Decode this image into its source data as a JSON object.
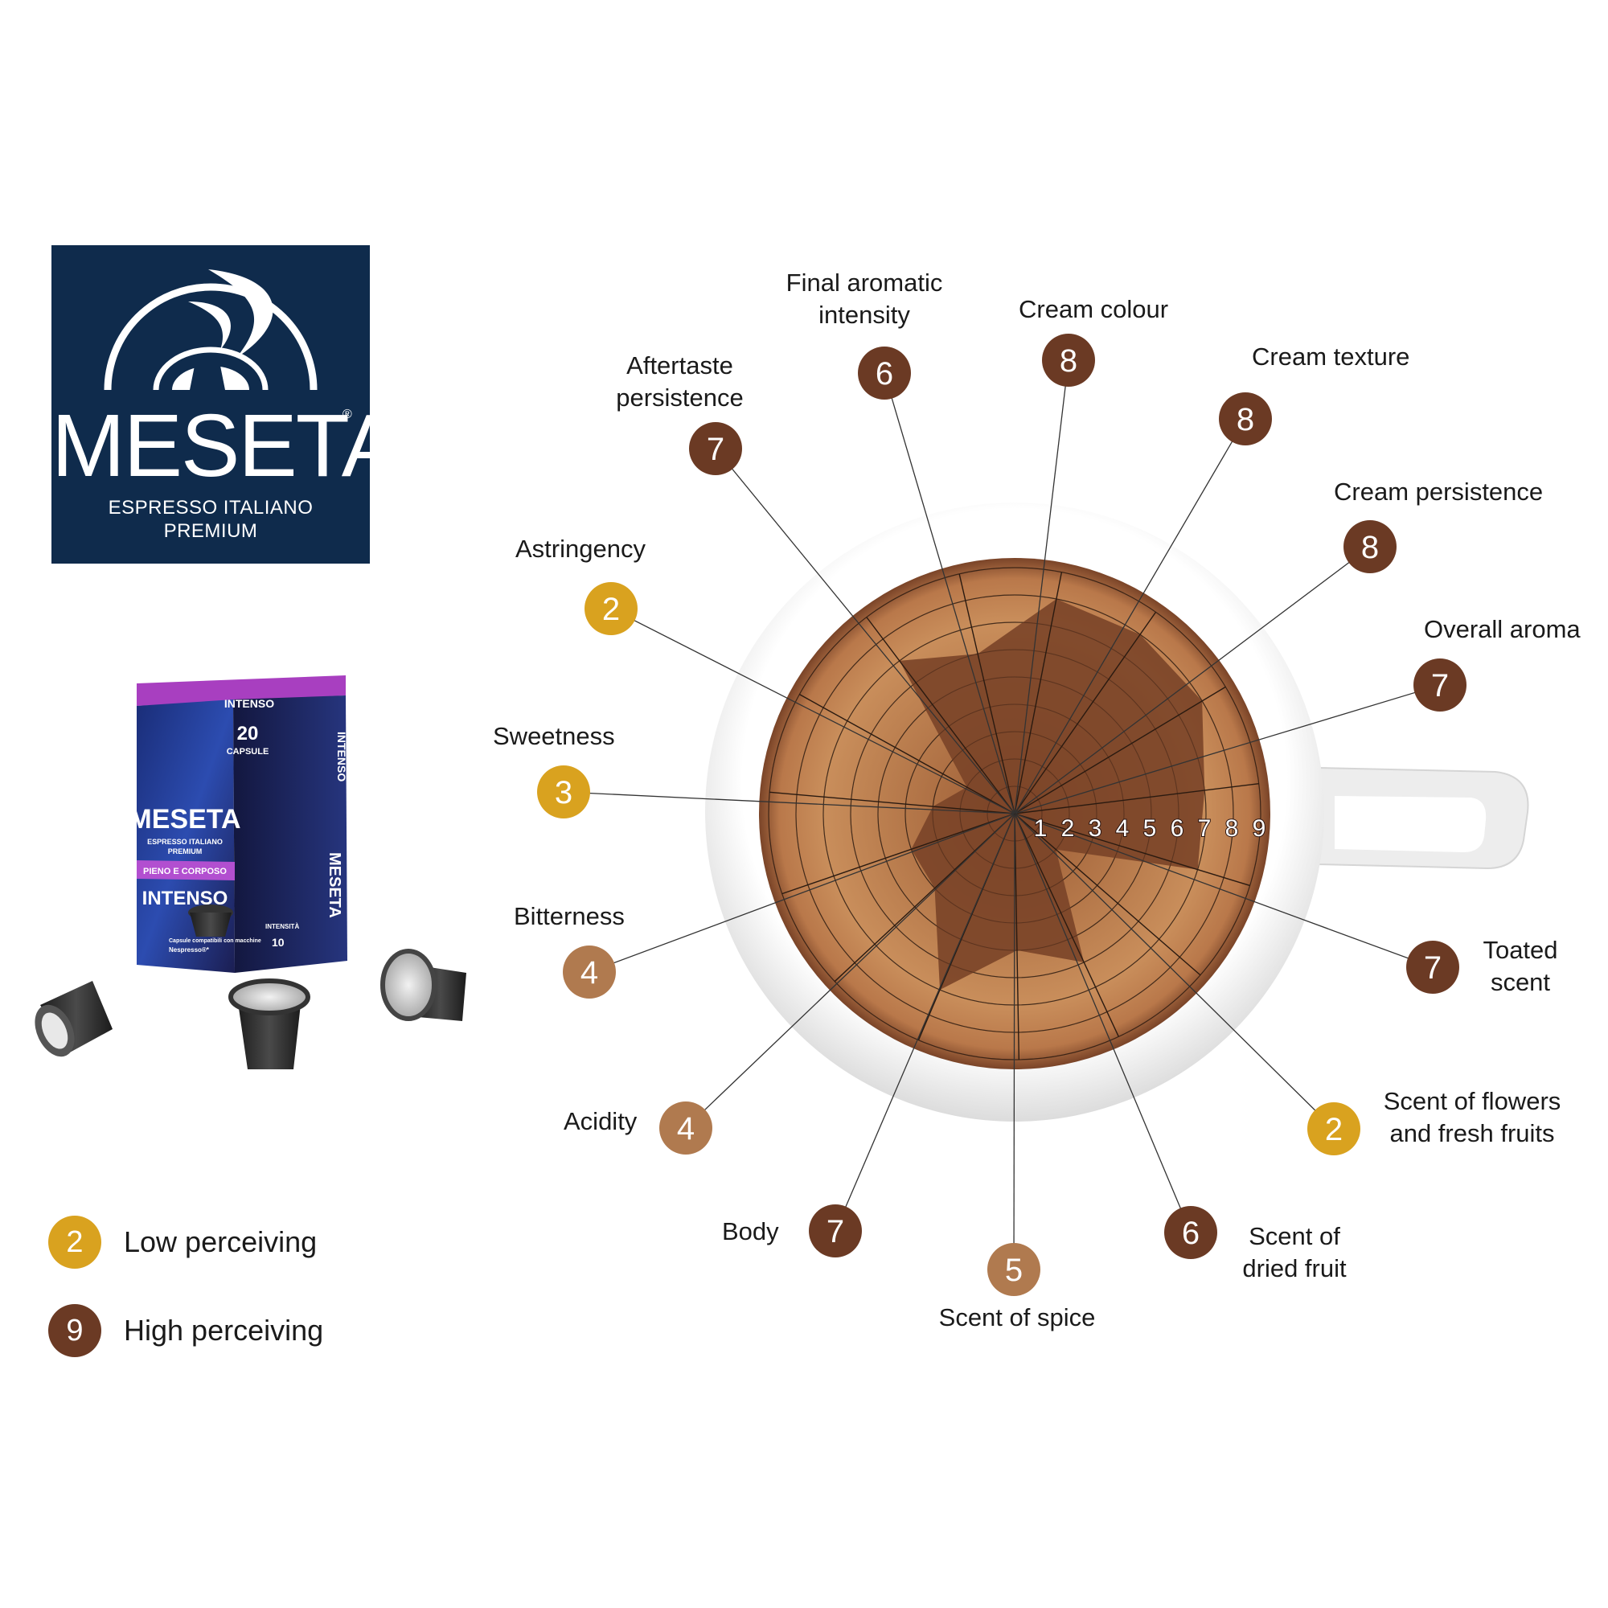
{
  "brand": {
    "name": "MESETA",
    "registered": "®",
    "subtitle_line1": "ESPRESSO ITALIANO",
    "subtitle_line2": "PREMIUM"
  },
  "product": {
    "count": "20",
    "count_unit": "CAPSULE",
    "variant": "INTENSO",
    "tagline": "PIENO E CORPOSO",
    "intensity_label": "INTENSITÀ",
    "intensity_value": "10",
    "compat_text": "Capsule compatibili con macchine",
    "compat_brand": "Nespresso®*"
  },
  "legend": [
    {
      "value": "2",
      "label": "Low perceiving",
      "color": "#d9a21f"
    },
    {
      "value": "9",
      "label": "High perceiving",
      "color": "#6b3a24"
    }
  ],
  "colors": {
    "low": "#d9a21f",
    "mid": "#b07a4f",
    "high": "#6b3a24",
    "cup_white": "#f1f1f1",
    "crema": "#c58a56",
    "profile": "#7a4428"
  },
  "chart_data": {
    "type": "radar",
    "scale": [
      1,
      2,
      3,
      4,
      5,
      6,
      7,
      8,
      9
    ],
    "rmax": 9,
    "categories": [
      "Cream colour",
      "Cream texture",
      "Cream persistence",
      "Overall aroma",
      "Toated scent",
      "Scent of flowers and fresh fruits",
      "Scent of dried fruit",
      "Scent of spice",
      "Body",
      "Acidity",
      "Bitterness",
      "Sweetness",
      "Astringency",
      "Aftertaste persistence",
      "Final aromatic intensity"
    ],
    "values": [
      8,
      8,
      8,
      7,
      7,
      2,
      6,
      5,
      7,
      4,
      4,
      3,
      2,
      7,
      6
    ],
    "labels": {
      "cream_colour": "Cream colour",
      "cream_texture": "Cream texture",
      "cream_persistence": "Cream persistence",
      "overall_aroma": "Overall aroma",
      "toated_1": "Toated",
      "toated_2": "scent",
      "flowers_1": "Scent of flowers",
      "flowers_2": "and fresh fruits",
      "dried_1": "Scent of",
      "dried_2": "dried fruit",
      "spice": "Scent of spice",
      "body": "Body",
      "acidity": "Acidity",
      "bitterness": "Bitterness",
      "sweetness": "Sweetness",
      "astringency": "Astringency",
      "aftertaste_1": "Aftertaste",
      "aftertaste_2": "persistence",
      "final_1": "Final aromatic",
      "final_2": "intensity"
    }
  }
}
